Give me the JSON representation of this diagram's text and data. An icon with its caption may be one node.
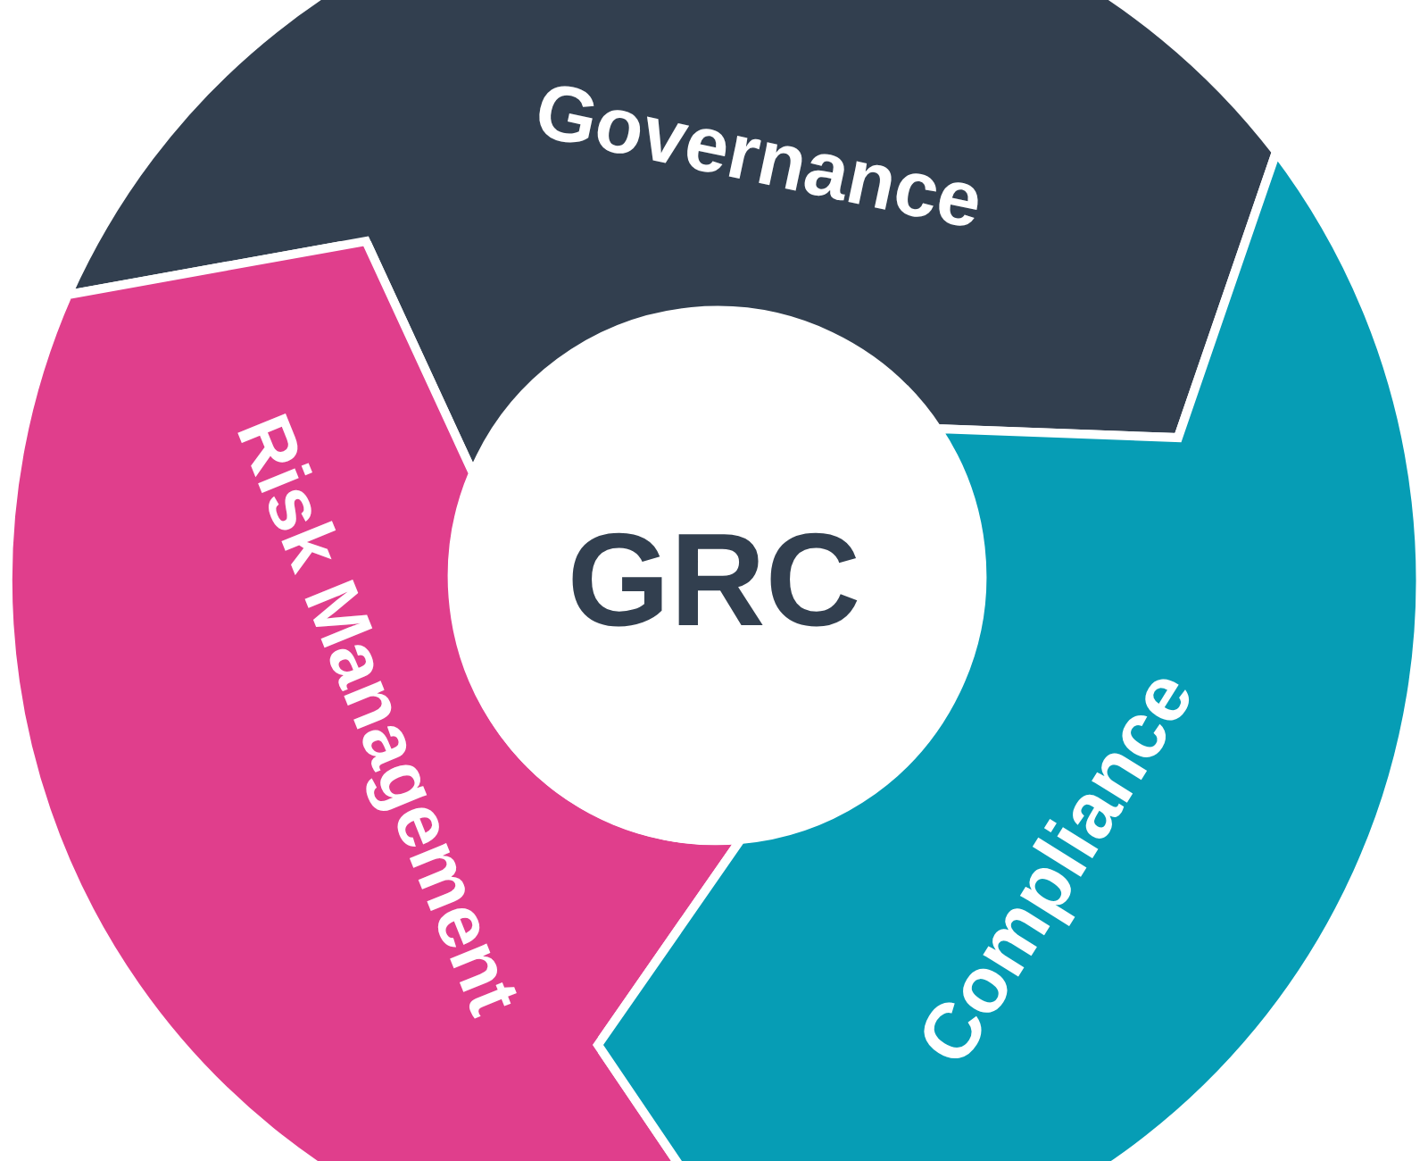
{
  "diagram": {
    "nodes": [
      {
        "text": [
          "Governance"
        ]
      },
      {
        "text": [
          "Risk Management"
        ]
      },
      {
        "text": [
          "GRC"
        ]
      },
      {
        "text": [
          "Compliance"
        ]
      }
    ]
  }
}
